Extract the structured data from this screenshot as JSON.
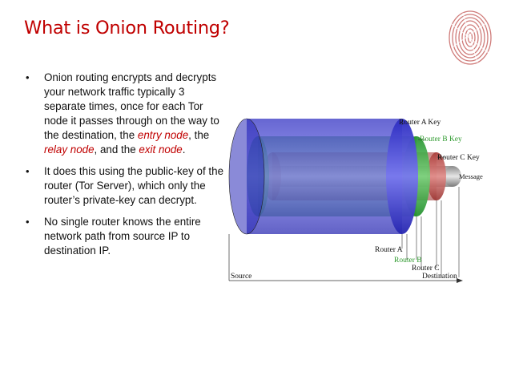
{
  "slide": {
    "title": "What is Onion Routing?"
  },
  "bullets": [
    {
      "parts": [
        {
          "text": "Onion routing encrypts and decrypts your network traffic typically 3 separate times, once for each Tor node it passes through on the way to the destination, the "
        },
        {
          "text": "entry node",
          "highlight": true
        },
        {
          "text": ", the "
        },
        {
          "text": "relay node",
          "highlight": true
        },
        {
          "text": ", and the "
        },
        {
          "text": "exit node",
          "highlight": true
        },
        {
          "text": "."
        }
      ]
    },
    {
      "parts": [
        {
          "text": "It does this using the public-key of the router (Tor Server), which only the router’s private-key can decrypt."
        }
      ]
    },
    {
      "parts": [
        {
          "text": "No single router knows the entire network path from source IP to destination IP."
        }
      ]
    }
  ],
  "diagram": {
    "labels": {
      "router_a_key": "Router A Key",
      "router_b_key": "Router B Key",
      "router_c_key": "Router C Key",
      "message": "Message",
      "router_a": "Router A",
      "router_b": "Router B",
      "router_c": "Router C",
      "source": "Source",
      "destination": "Destination"
    },
    "colors": {
      "accent_red": "#c00000",
      "layer_a": "#3a3ad0",
      "layer_b": "#2fae3a",
      "layer_c": "#c0504d",
      "message": "#a0a0a0",
      "label_b": "#2e9a2e"
    }
  }
}
